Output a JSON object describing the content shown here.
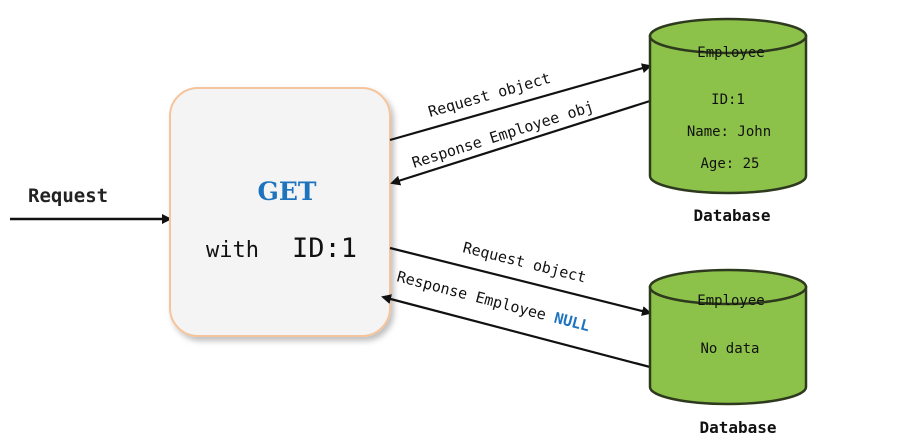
{
  "request_label": "Request",
  "service": {
    "method": "GET",
    "with_prefix": "with",
    "id_text": "ID:1"
  },
  "db1": {
    "table": "Employee",
    "rows": [
      "ID:1",
      "Name: John",
      "Age: 25"
    ],
    "caption": "Database"
  },
  "db2": {
    "table": "Employee",
    "rows": [
      "No data"
    ],
    "caption": "Database"
  },
  "arrows": {
    "req1": "Request object",
    "resp1": "Response Employee obj",
    "req2": "Request object",
    "resp2_prefix": "Response Employee",
    "resp2_null": "NULL"
  },
  "colors": {
    "cylinder_fill": "#8dc24a",
    "cylinder_stroke": "#2e3a1e",
    "box_fill": "#f4f4f4",
    "box_stroke": "#f4c49c",
    "method_color": "#1e73be",
    "null_color": "#1e73be"
  }
}
